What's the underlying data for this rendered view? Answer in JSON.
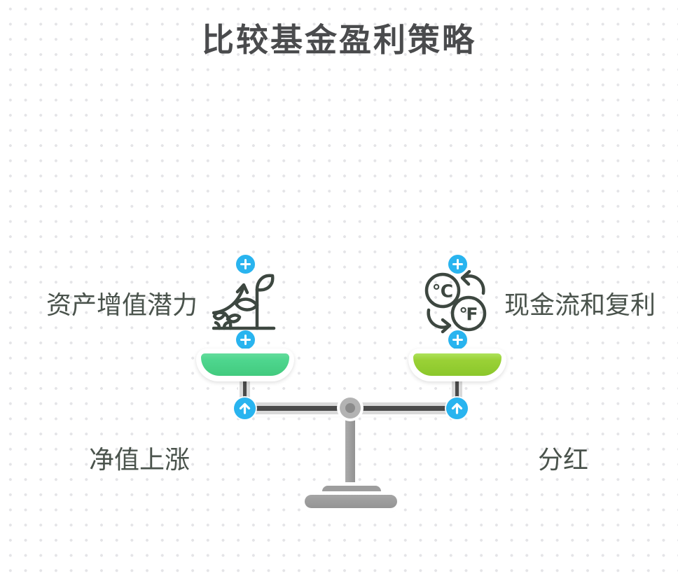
{
  "title": "比较基金盈利策略",
  "scale": {
    "left": {
      "label": "资产增值潜力",
      "pan_label": "净值上涨",
      "icon": "plant-growth-icon",
      "pan_color": "#4ed68e"
    },
    "right": {
      "label": "现金流和复利",
      "pan_label": "分红",
      "icon": "temperature-conversion-icon",
      "pan_color": "#9ad136"
    }
  },
  "icons": {
    "celsius": "℃",
    "fahrenheit": "℉"
  },
  "colors": {
    "accent_blue": "#29b4ef",
    "pan_left_green": "#4ed68e",
    "pan_right_green": "#9ad136",
    "icon_stroke": "#3d4740",
    "label_text": "#4a534c",
    "title_text": "#4a4b4d",
    "metal_gray": "#9d9d9d",
    "beam_dark": "#4a4a4a",
    "beam_casing": "#d9d9d9",
    "background_dot": "#e4e4e7"
  }
}
